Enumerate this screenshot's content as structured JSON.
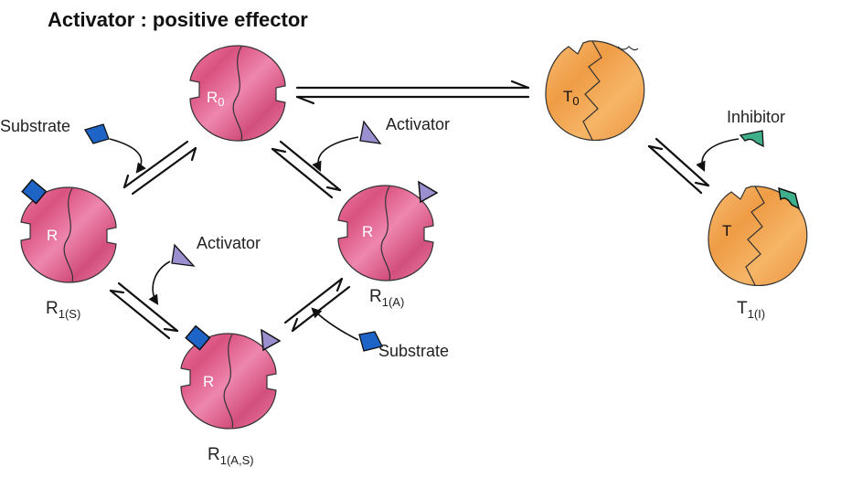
{
  "title": "Activator : positive effector",
  "labels": {
    "substrate_left": "Substrate",
    "activator_top": "Activator",
    "activator_mid": "Activator",
    "substrate_bottom": "Substrate",
    "inhibitor": "Inhibitor"
  },
  "states": {
    "r0": {
      "inner": "R",
      "inner_sub": "0"
    },
    "r1s": {
      "inner": "R",
      "label": "R",
      "label_sub": "1(S)"
    },
    "r1a": {
      "inner": "R",
      "label": "R",
      "label_sub": "1(A)"
    },
    "r1as": {
      "inner": "R",
      "label": "R",
      "label_sub": "1(A,S)"
    },
    "t0": {
      "inner": "T",
      "inner_sub": "0"
    },
    "t1i": {
      "inner": "T",
      "label": "T",
      "label_sub": "1(I)"
    }
  },
  "colors": {
    "r_enzyme": "#e0628f",
    "t_enzyme": "#f2a24a",
    "substrate": "#1e63c6",
    "activator": "#9b8fd0",
    "inhibitor": "#3fae8b"
  }
}
